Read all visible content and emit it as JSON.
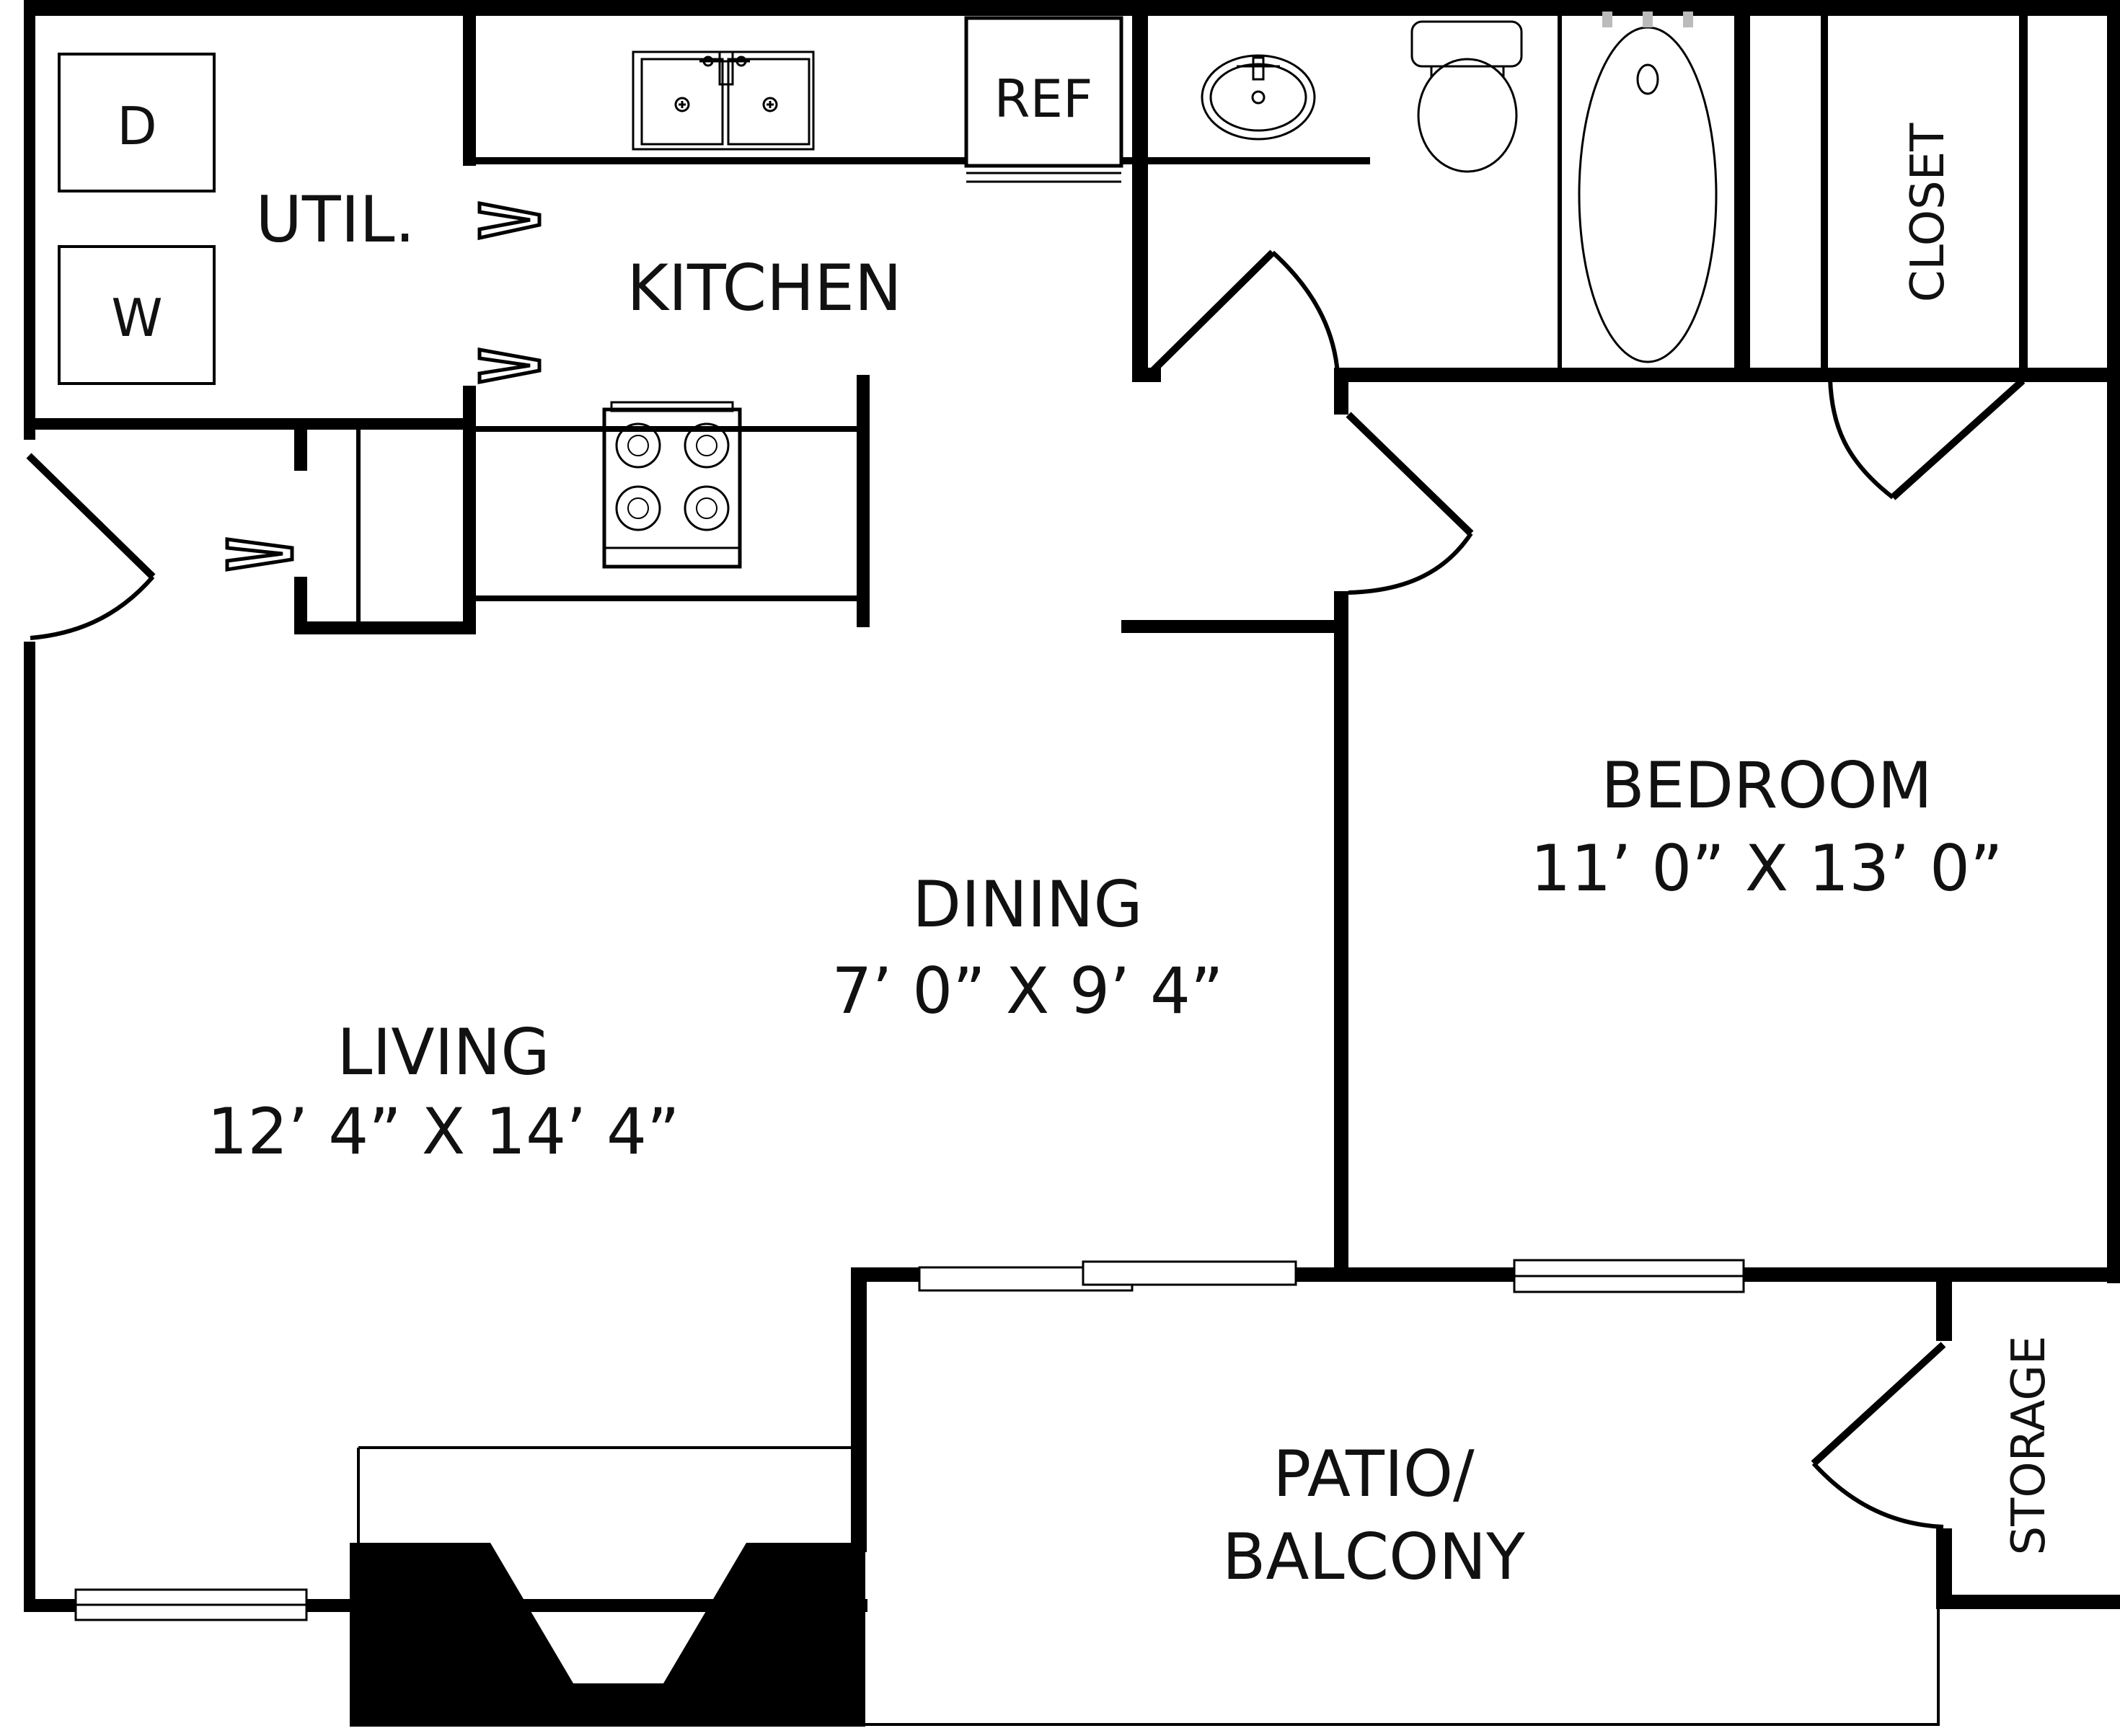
{
  "rooms": {
    "utility": {
      "name": "UTIL."
    },
    "kitchen": {
      "name": "KITCHEN"
    },
    "dining": {
      "name": "DINING",
      "dimensions": "7’ 0” X 9’ 4”"
    },
    "living": {
      "name": "LIVING",
      "dimensions": "12’ 4” X 14’ 4”"
    },
    "bedroom": {
      "name": "BEDROOM",
      "dimensions": "11’ 0” X 13’ 0”"
    },
    "closet": {
      "name": "CLOSET"
    },
    "patio": {
      "name_line1": "PATIO/",
      "name_line2": "BALCONY"
    },
    "storage": {
      "name": "STORAGE"
    }
  },
  "fixtures": {
    "dryer": "D",
    "washer": "W",
    "refrigerator": "REF"
  }
}
